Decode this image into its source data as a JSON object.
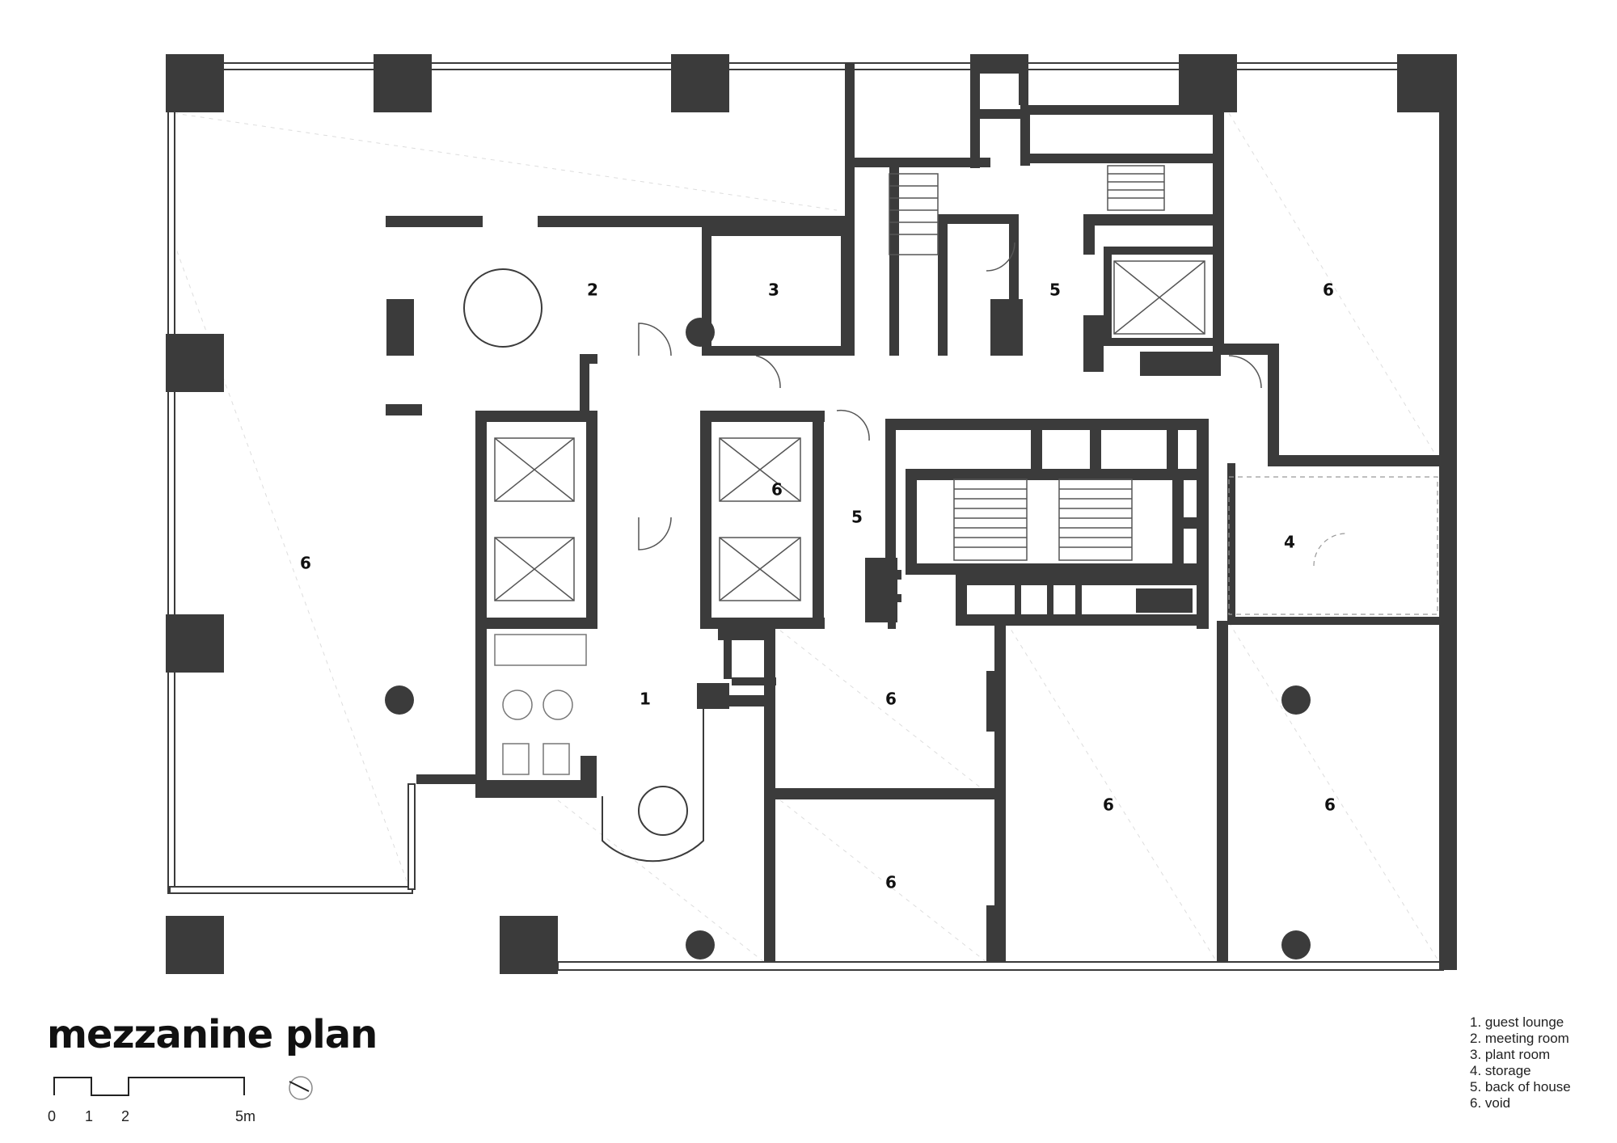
{
  "title": "mezzanine plan",
  "legend": [
    "1. guest lounge",
    "2. meeting room",
    "3. plant room",
    "4. storage",
    "5. back of house",
    "6. void"
  ],
  "rooms": [
    {
      "id": "1",
      "name": "guest lounge"
    },
    {
      "id": "2",
      "name": "meeting room"
    },
    {
      "id": "3",
      "name": "plant room"
    },
    {
      "id": "4",
      "name": "storage"
    },
    {
      "id": "5",
      "name": "back of house"
    },
    {
      "id": "6",
      "name": "void"
    }
  ],
  "labels": {
    "r1": "1",
    "r2": "2",
    "r3": "3",
    "r4": "4",
    "r5a": "5",
    "r5b": "5",
    "r6a": "6",
    "r6b": "6",
    "r6c": "6",
    "r6d": "6",
    "r6e": "6",
    "r6f": "6",
    "r6g": "6"
  },
  "scale": {
    "t0": "0",
    "t1": "1",
    "t2": "2",
    "t5": "5m"
  },
  "colors": {
    "wall": "#3b3b3b",
    "background": "#ffffff",
    "text": "#111111"
  },
  "icons": {
    "north": "north-arrow-icon"
  }
}
